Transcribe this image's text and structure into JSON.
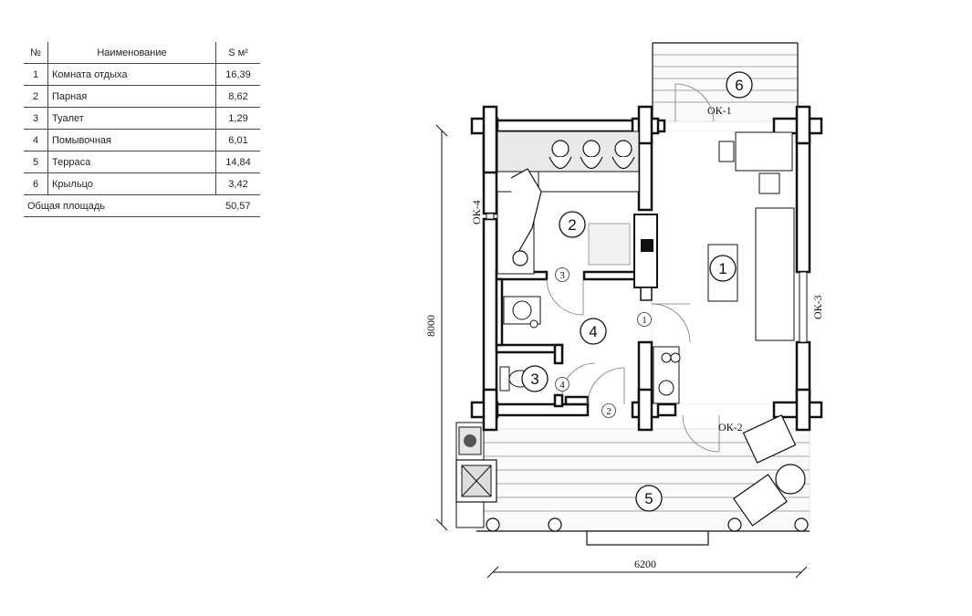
{
  "table": {
    "headers": {
      "no": "№",
      "name": "Наименование",
      "area": "S м²"
    },
    "rows": [
      {
        "no": "1",
        "name": "Комната отдыха",
        "area": "16,39"
      },
      {
        "no": "2",
        "name": "Парная",
        "area": "8,62"
      },
      {
        "no": "3",
        "name": "Туалет",
        "area": "1,29"
      },
      {
        "no": "4",
        "name": "Помывочная",
        "area": "6,01"
      },
      {
        "no": "5",
        "name": "Терраса",
        "area": "14,84"
      },
      {
        "no": "6",
        "name": "Крыльцо",
        "area": "3,42"
      }
    ],
    "total": {
      "label": "Общая площадь",
      "value": "50,57"
    }
  },
  "plan": {
    "rooms": {
      "r1": "1",
      "r2": "2",
      "r3": "3",
      "r4": "4",
      "r5": "5",
      "r6": "6"
    },
    "doors": {
      "d1": "1",
      "d2": "2",
      "d3": "3",
      "d4": "4"
    },
    "windows": {
      "ok1": "ОК-1",
      "ok2": "ОК-2",
      "ok3": "ОК-3",
      "ok4": "ОК-4"
    },
    "dimensions": {
      "width": "6200",
      "height": "8000"
    }
  }
}
